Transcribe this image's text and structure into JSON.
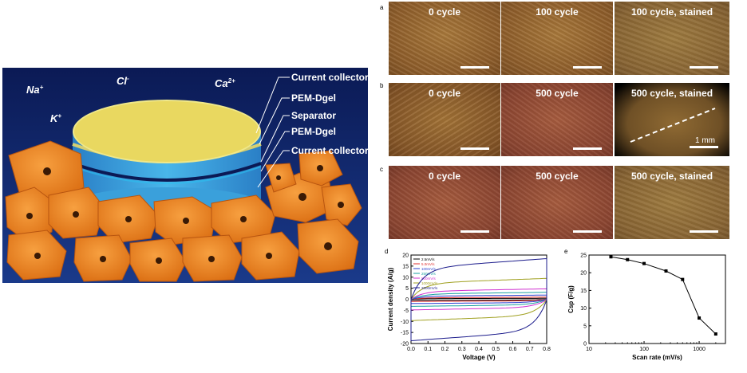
{
  "schematic": {
    "ions": {
      "na": "Na",
      "cl": "Cl",
      "ca": "Ca",
      "k": "K"
    },
    "layers": [
      "Current collector",
      "PEM-Dgel",
      "Separator",
      "PEM-Dgel",
      "Current collector"
    ]
  },
  "panels": {
    "a": {
      "letter": "a",
      "tiles": [
        "0 cycle",
        "100 cycle",
        "100 cycle, stained"
      ]
    },
    "b": {
      "letter": "b",
      "tiles": [
        "0 cycle",
        "500 cycle",
        "500 cycle, stained"
      ],
      "scale": "1 mm"
    },
    "c": {
      "letter": "c",
      "tiles": [
        "0 cycle",
        "500 cycle",
        "500 cycle, stained"
      ]
    },
    "d": {
      "letter": "d"
    },
    "e": {
      "letter": "e"
    }
  },
  "chart_data": [
    {
      "type": "line",
      "panel": "d",
      "xlabel": "Voltage (V)",
      "ylabel": "Current density (A/g)",
      "xlim": [
        0.0,
        0.8
      ],
      "ylim": [
        -20,
        20
      ],
      "xticks": [
        "0.0",
        "0.1",
        "0.2",
        "0.3",
        "0.4",
        "0.5",
        "0.6",
        "0.7",
        "0.8"
      ],
      "yticks": [
        "-20",
        "-15",
        "-10",
        "-5",
        "0",
        "5",
        "10",
        "15",
        "20"
      ],
      "legend": "top-left",
      "series": [
        {
          "name": "2.5mV/s",
          "color": "#000000",
          "amp": 0.4
        },
        {
          "name": "5.0mV/s",
          "color": "#e03030",
          "amp": 0.9
        },
        {
          "name": "100mV/s",
          "color": "#2a3fd0",
          "amp": 1.8
        },
        {
          "name": "250mV/s",
          "color": "#1aa0a0",
          "amp": 3.0
        },
        {
          "name": "500mV/s",
          "color": "#d030d0",
          "amp": 4.5
        },
        {
          "name": "1000mV/s",
          "color": "#a0a020",
          "amp": 9.0
        },
        {
          "name": "2000mV/s",
          "color": "#1c1c8c",
          "amp": 17.5
        }
      ]
    },
    {
      "type": "line",
      "panel": "e",
      "xlabel": "Scan rate (mV/s)",
      "ylabel": "Csp (F/g)",
      "xscale": "log",
      "xlim": [
        10,
        3000
      ],
      "ylim": [
        0,
        25
      ],
      "xticks": [
        "10",
        "100",
        "1000"
      ],
      "yticks": [
        "0",
        "5",
        "10",
        "15",
        "20",
        "25"
      ],
      "x": [
        25,
        50,
        100,
        250,
        500,
        1000,
        2000
      ],
      "y": [
        24.5,
        23.7,
        22.6,
        20.5,
        18.1,
        7.2,
        2.7
      ]
    }
  ]
}
